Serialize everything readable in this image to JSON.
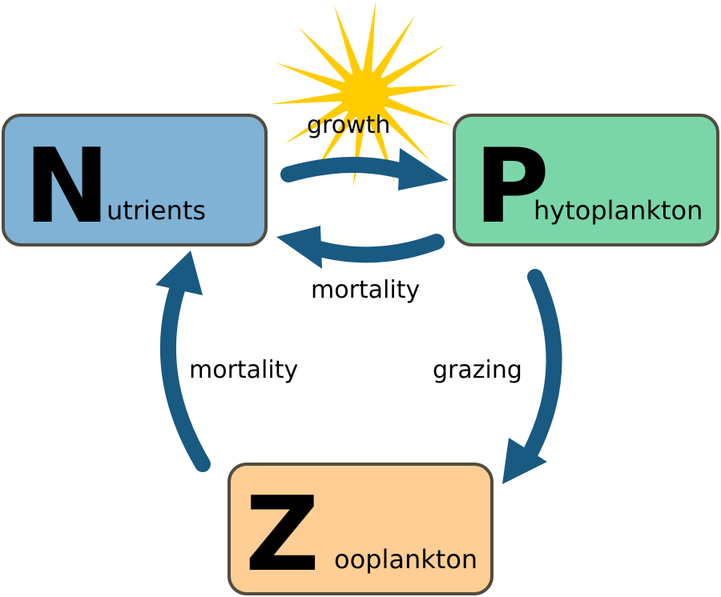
{
  "colors": {
    "nutrients_fill": "#7fb2d5",
    "phytoplankton_fill": "#7ad6a9",
    "zooplankton_fill": "#fece94",
    "box_border": "#514c40",
    "arrow": "#195a82",
    "sun": "#ffcc00"
  },
  "nodes": {
    "nutrients": {
      "letter": "N",
      "rest": "utrients"
    },
    "phytoplankton": {
      "letter": "P",
      "rest": "hytoplankton"
    },
    "zooplankton": {
      "letter": "Z",
      "rest": "ooplankton"
    }
  },
  "edges": {
    "growth": {
      "label": "growth"
    },
    "mortality_p_to_n": {
      "label": "mortality"
    },
    "grazing": {
      "label": "grazing"
    },
    "mortality_z_to_n": {
      "label": "mortality"
    }
  },
  "sun_icon": "sun-icon"
}
